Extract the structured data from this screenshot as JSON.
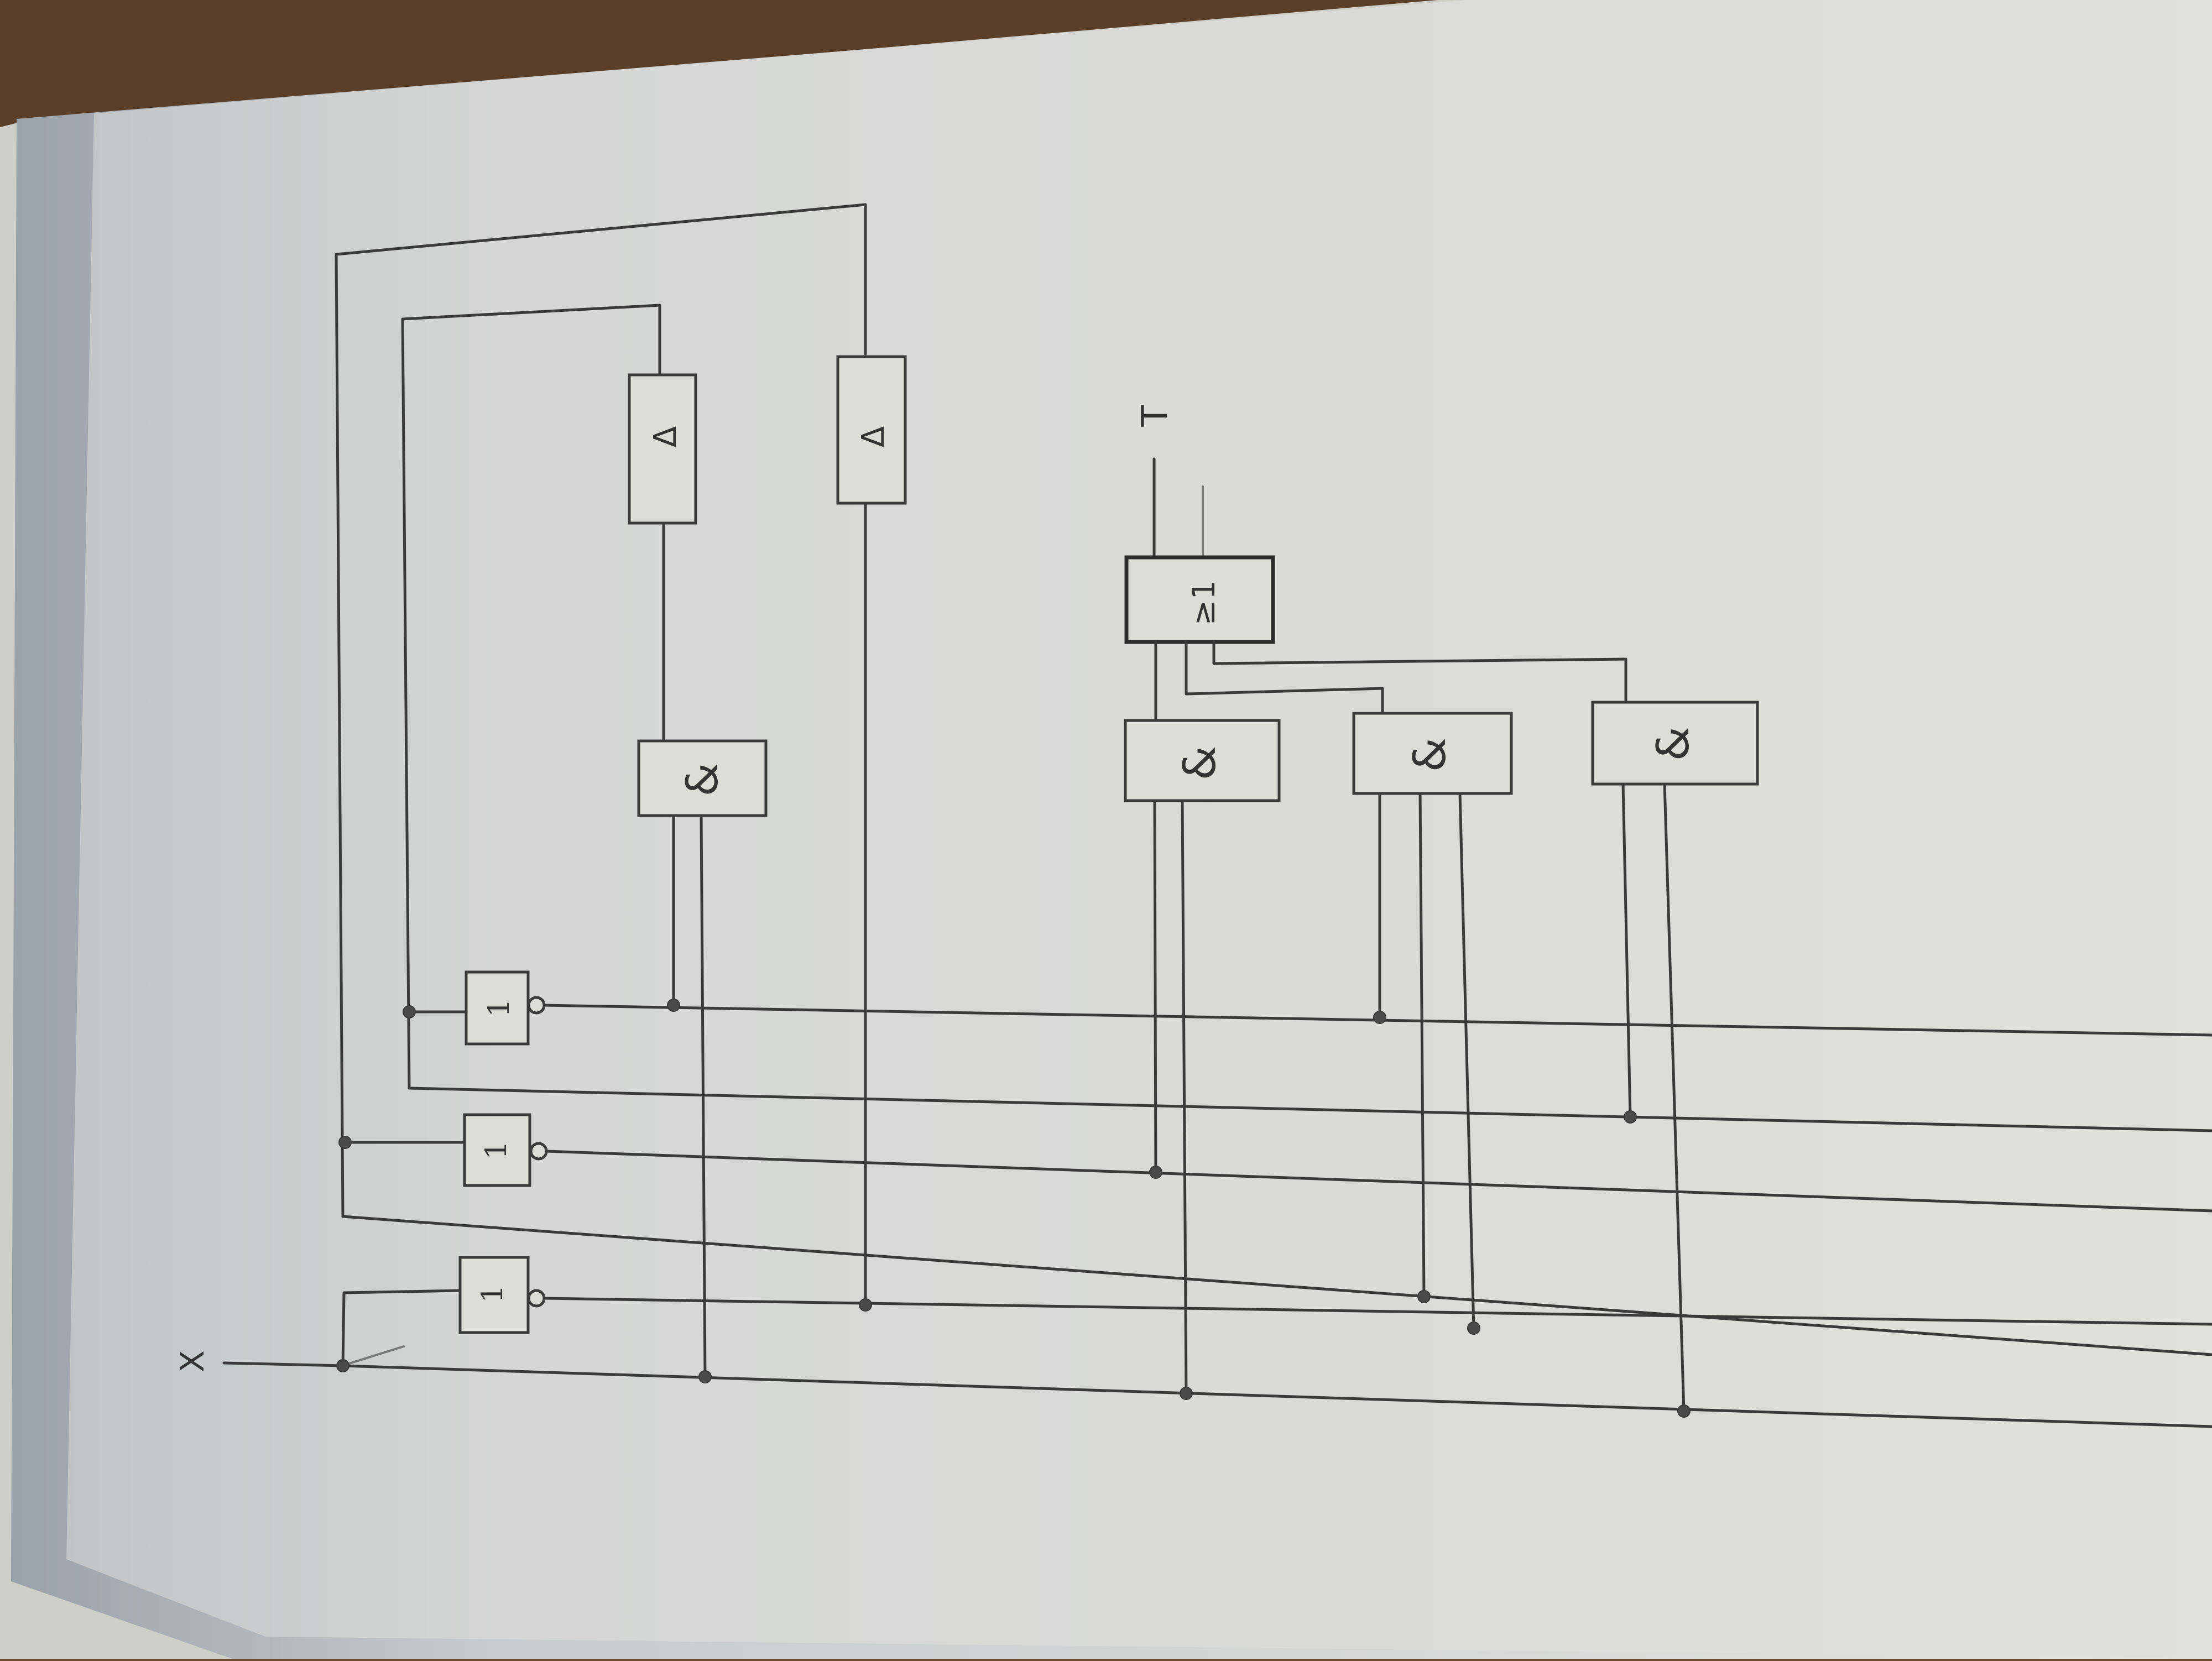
{
  "diagram": {
    "input_label": "X",
    "output_label": "T",
    "gate_labels": {
      "not": "1",
      "and": "&",
      "or": "≥1",
      "delay": "Δ"
    },
    "colors": {
      "paper": "#dcdcd8",
      "ink": "#3a3a3a",
      "table": "#6b4a2f"
    }
  }
}
